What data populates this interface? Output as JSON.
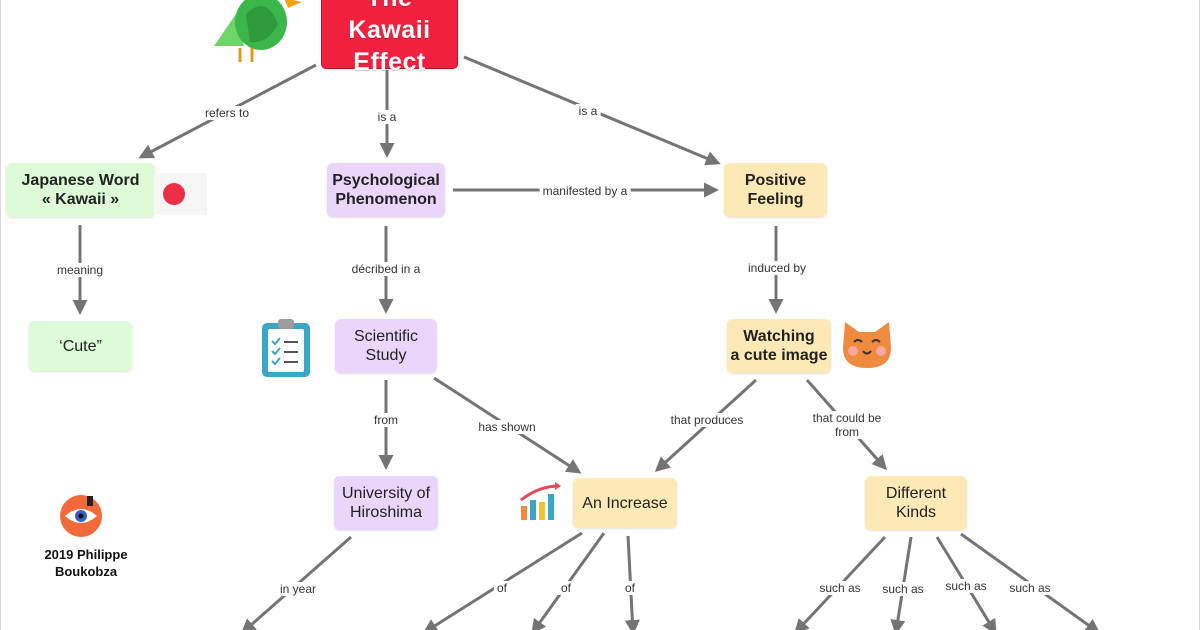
{
  "nodes": {
    "title": "The Kawaii\nEffect",
    "japanese_word": "Japanese Word\n« Kawaii »",
    "cute": "‘Cute”",
    "psych": "Psychological\nPhenomenon",
    "positive": "Positive\nFeeling",
    "study": "Scientific\nStudy",
    "watching": "Watching\na cute image",
    "university": "University of\nHiroshima",
    "increase": "An Increase",
    "kinds": "Different\nKinds"
  },
  "edge_labels": {
    "refers_to": "refers to",
    "is_a_1": "is a",
    "is_a_2": "is a",
    "manifested": "manifested by a",
    "meaning": "meaning",
    "decribed": "décribed in a",
    "induced": "induced by",
    "from": "from",
    "has_shown": "has shown",
    "produces": "that produces",
    "could_be": "that could be\nfrom",
    "in_year": "in year",
    "of_1": "of",
    "of_2": "of",
    "of_3": "of",
    "such_as_1": "such as",
    "such_as_2": "such as",
    "such_as_3": "such as",
    "such_as_4": "such as"
  },
  "credit": "2019 Philippe\nBoukobza",
  "icons": [
    "parrot-icon",
    "japan-flag-icon",
    "clipboard-checklist-icon",
    "cat-face-icon",
    "bar-chart-icon",
    "eye-logo-icon"
  ],
  "colors": {
    "title_red": "#f1203f",
    "green_node": "#dcfbd6",
    "purple_node": "#ead5fb",
    "yellow_node": "#fde9b6",
    "arrow_gray": "#747474"
  }
}
